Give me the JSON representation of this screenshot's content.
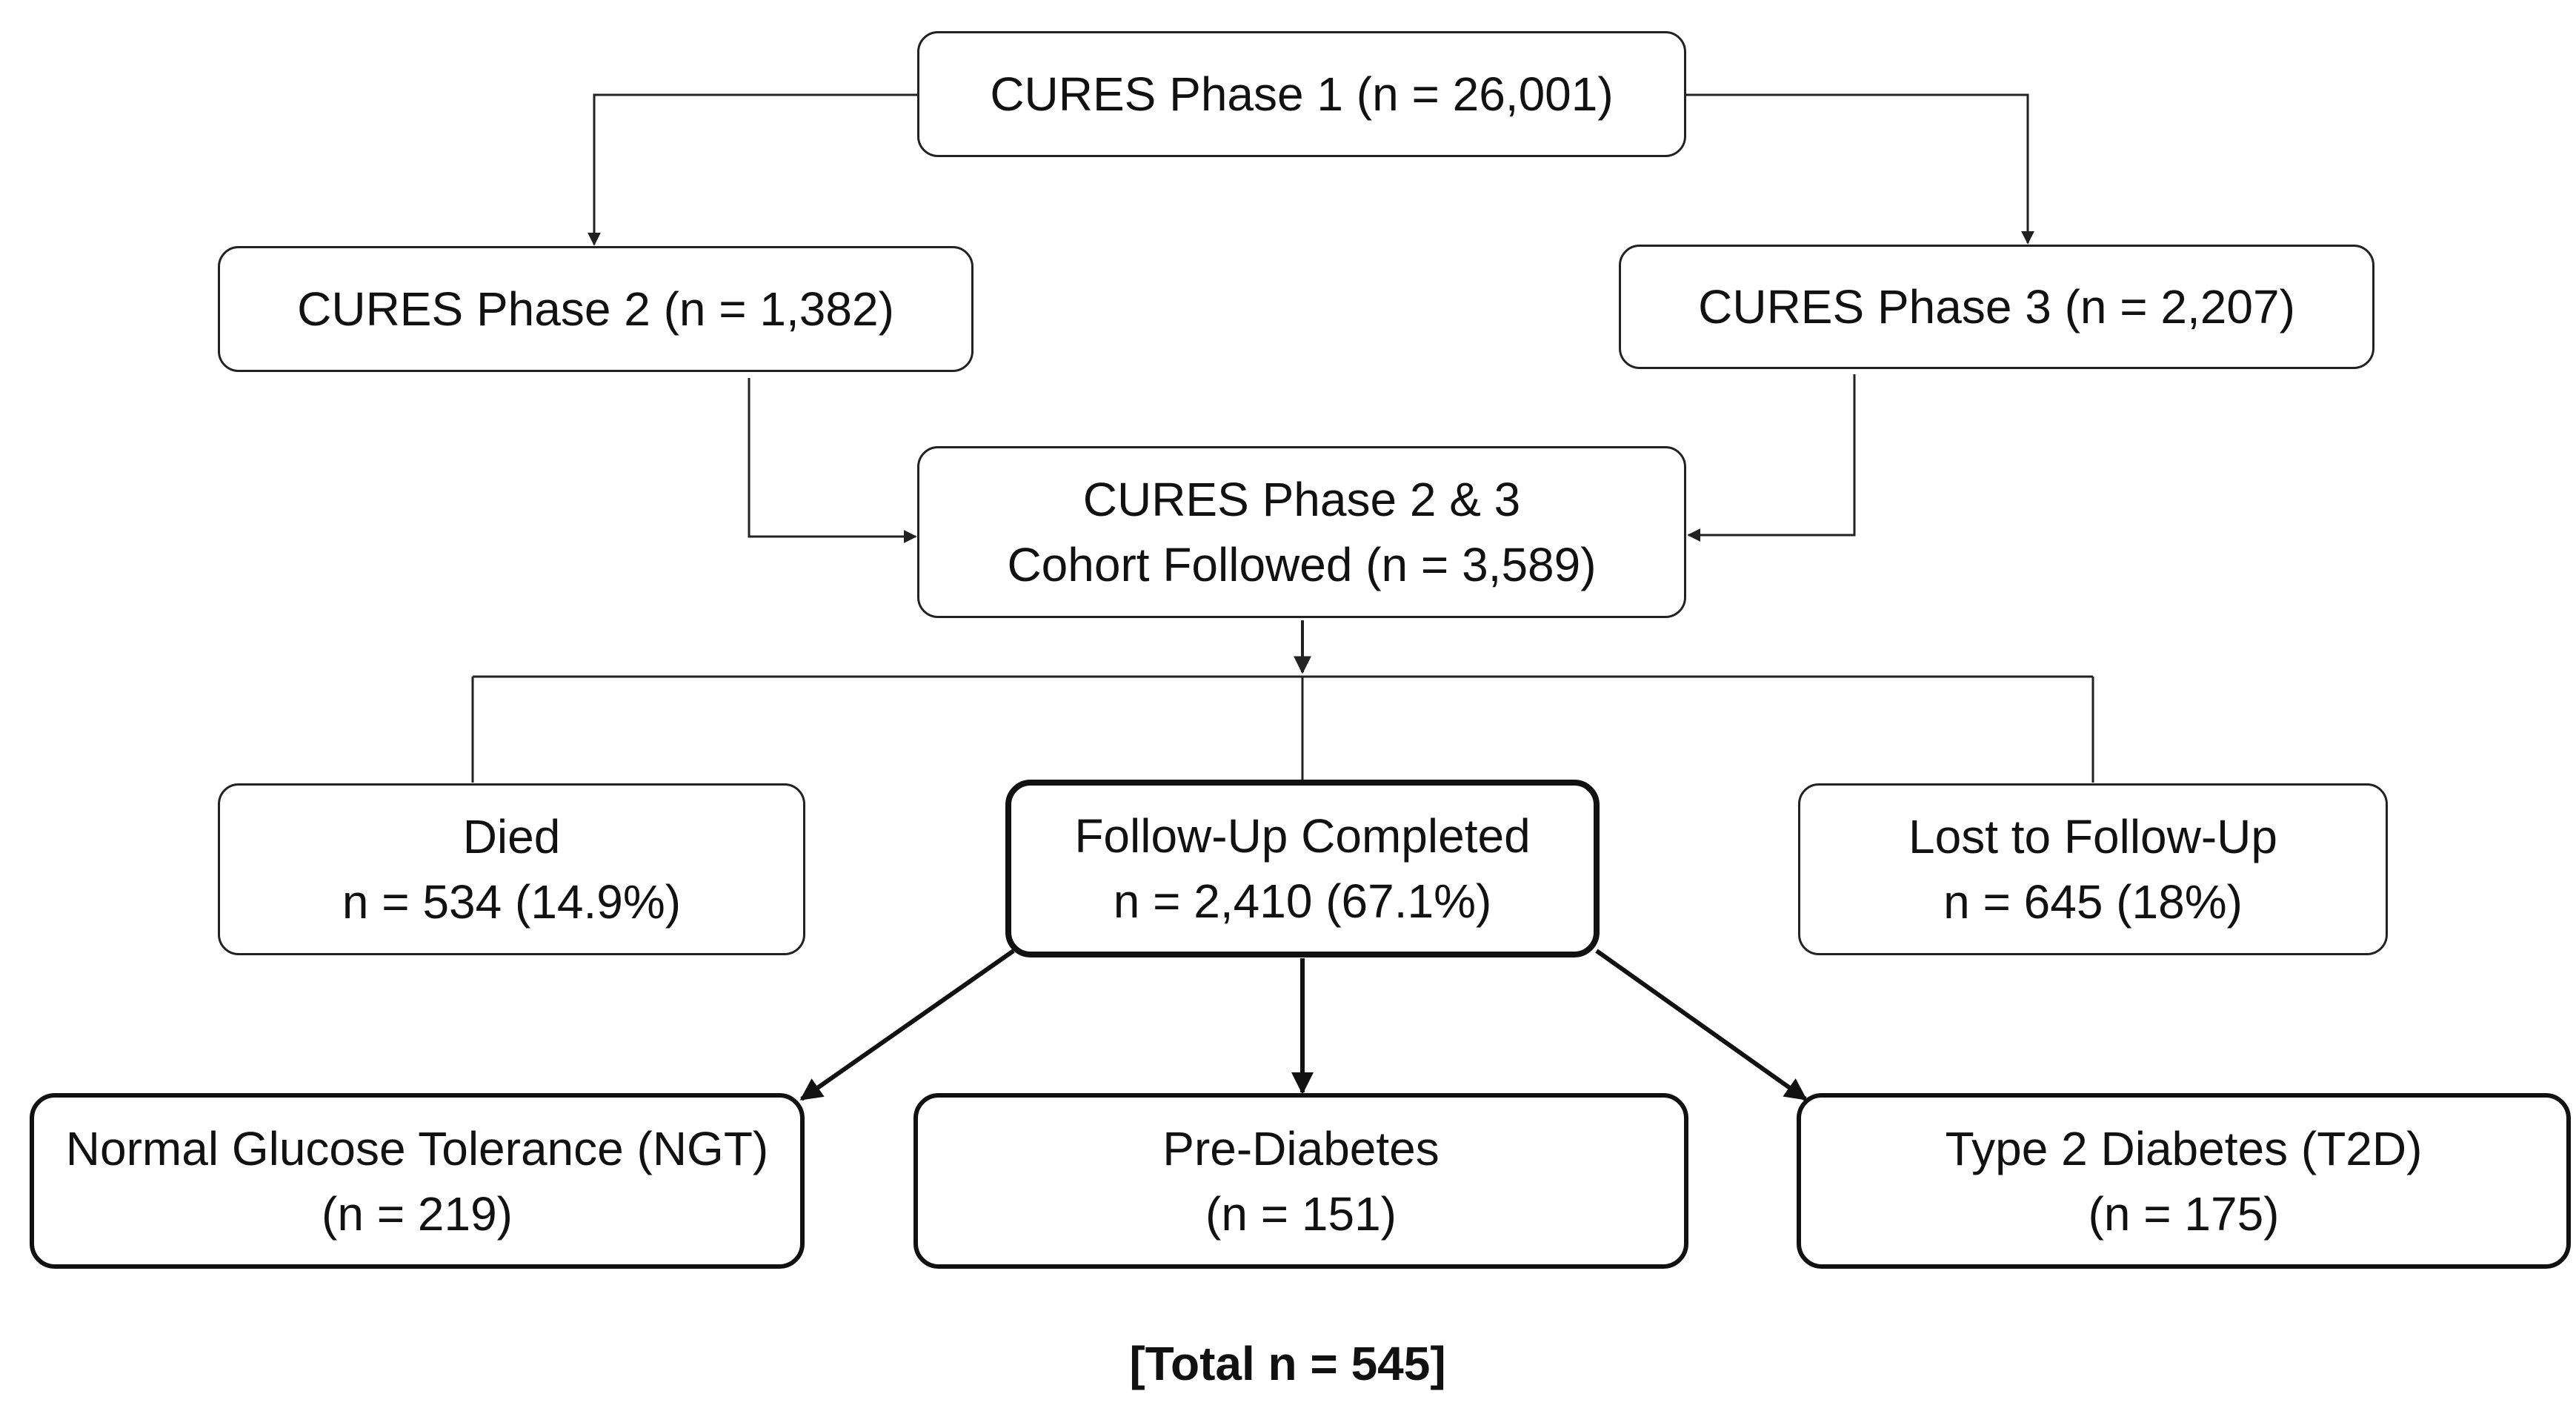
{
  "diagram": {
    "type": "flowchart",
    "nodes": {
      "phase1": {
        "lines": [
          "CURES Phase 1 (n = 26,001)"
        ]
      },
      "phase2": {
        "lines": [
          "CURES Phase 2 (n = 1,382)"
        ]
      },
      "phase3": {
        "lines": [
          "CURES Phase 3 (n = 2,207)"
        ]
      },
      "cohort": {
        "lines": [
          "CURES Phase 2 & 3",
          "Cohort Followed (n = 3,589)"
        ]
      },
      "died": {
        "lines": [
          "Died",
          "n = 534 (14.9%)"
        ]
      },
      "completed": {
        "lines": [
          "Follow-Up Completed",
          "n = 2,410 (67.1%)"
        ]
      },
      "lost": {
        "lines": [
          "Lost to Follow-Up",
          "n = 645 (18%)"
        ]
      },
      "ngt": {
        "lines": [
          "Normal Glucose Tolerance (NGT)",
          "(n = 219)"
        ]
      },
      "prediabetes": {
        "lines": [
          "Pre-Diabetes",
          "(n = 151)"
        ]
      },
      "t2d": {
        "lines": [
          "Type 2 Diabetes (T2D)",
          "(n = 175)"
        ]
      }
    },
    "edges": [
      {
        "from": "phase1",
        "to": "phase2"
      },
      {
        "from": "phase1",
        "to": "phase3"
      },
      {
        "from": "phase2",
        "to": "cohort"
      },
      {
        "from": "phase3",
        "to": "cohort"
      },
      {
        "from": "cohort",
        "to": "died"
      },
      {
        "from": "cohort",
        "to": "completed"
      },
      {
        "from": "cohort",
        "to": "lost"
      },
      {
        "from": "completed",
        "to": "ngt"
      },
      {
        "from": "completed",
        "to": "prediabetes"
      },
      {
        "from": "completed",
        "to": "t2d"
      }
    ],
    "total_label": "[Total n = 545]"
  },
  "colors": {
    "line": "#222222",
    "box_border": "#222222",
    "background": "#ffffff",
    "text": "#111111"
  }
}
